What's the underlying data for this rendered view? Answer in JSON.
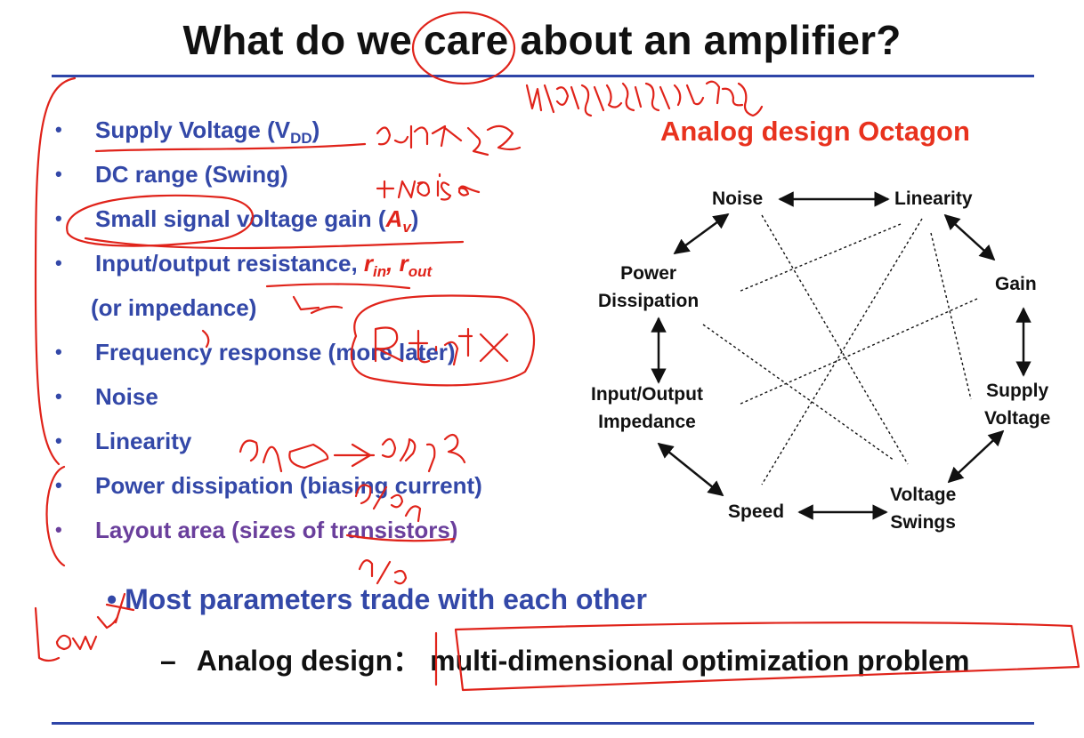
{
  "slide": {
    "title": "What do we care about an amplifier?",
    "bullets": [
      {
        "text": "Supply Voltage (V",
        "sub": "DD",
        "after": ")"
      },
      {
        "text": "DC range (Swing)"
      },
      {
        "text": "Small signal voltage gain (",
        "red1": "A",
        "sub": "v",
        "after": ")"
      },
      {
        "text": "Input/output resistance, ",
        "red1": "r",
        "red1_sub": "in",
        "sep": ", ",
        "red2": "r",
        "red2_sub": "out"
      },
      {
        "text": "(or impedance)"
      },
      {
        "text": "Frequency response (more later)"
      },
      {
        "text": "Noise"
      },
      {
        "text": "Linearity"
      },
      {
        "text": "Power dissipation (biasing current)"
      },
      {
        "text": "Layout area (sizes of transistors)"
      }
    ],
    "octagon": {
      "title": "Analog design Octagon",
      "nodes": {
        "noise": "Noise",
        "linearity": "Linearity",
        "gain": "Gain",
        "supply_l1": "Supply",
        "supply_l2": "Voltage",
        "swings_l1": "Voltage",
        "swings_l2": "Swings",
        "speed": "Speed",
        "impedance_l1": "Input/Output",
        "impedance_l2": "Impedance",
        "power_l1": "Power",
        "power_l2": "Dissipation"
      }
    },
    "main_point": "Most parameters trade with each other",
    "sub_point_dash": "–",
    "sub_point_label": "Analog design：",
    "sub_point_text": "multi-dimensional optimization problem"
  },
  "colors": {
    "accent_blue": "#3348a8",
    "rule_blue": "#2e45a8",
    "annotation_red": "#e0231a",
    "octagon_title_red": "#e8321e",
    "layout_purple": "#6a3f9c"
  }
}
